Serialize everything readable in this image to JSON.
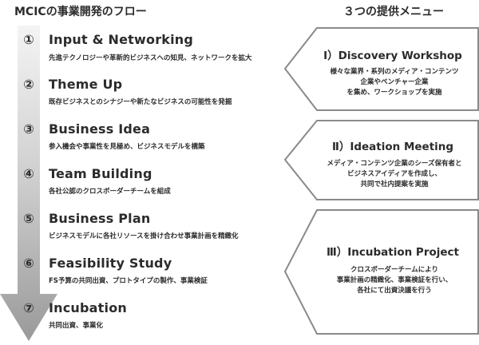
{
  "header": {
    "left_title": "MCICの事業開発のフロー",
    "right_title": "３つの提供メニュー"
  },
  "steps": [
    {
      "num": "①",
      "title": "Input & Networking",
      "desc": "先進テクノロジーや革新的ビジネスへの知見、ネットワークを拡大"
    },
    {
      "num": "②",
      "title": "Theme Up",
      "desc": "既存ビジネスとのシナジーや新たなビジネスの可能性を発掘"
    },
    {
      "num": "③",
      "title": "Business Idea",
      "desc": "参入機会や事業性を見極め、ビジネスモデルを構築"
    },
    {
      "num": "④",
      "title": "Team Building",
      "desc": "各社公認のクロスボーダーチームを組成"
    },
    {
      "num": "⑤",
      "title": "Business Plan",
      "desc": "ビジネスモデルに各社リソースを掛け合わせ事業計画を精緻化"
    },
    {
      "num": "⑥",
      "title": "Feasibility Study",
      "desc": "FS予算の共同出資、プロトタイプの製作、事業検証"
    },
    {
      "num": "⑦",
      "title": "Incubation",
      "desc": "共同出資、事業化"
    }
  ],
  "menus": [
    {
      "title": "Ⅰ）Discovery Workshop",
      "lines": [
        "様々な業界・系列のメディア・コンテンツ",
        "企業やベンチャー企業",
        "を集め、ワークショップを実施"
      ]
    },
    {
      "title": "Ⅱ）Ideation Meeting",
      "lines": [
        "メディア・コンテンツ企業のシーズ保有者と",
        "ビジネスアイディアを作成し、",
        "共同で社内提案を実施"
      ]
    },
    {
      "title": "Ⅲ）Incubation Project",
      "lines": [
        "クロスボーダーチームにより",
        "事業計画の精緻化、事業検証を行い、",
        "各社にて出資決議を行う"
      ]
    }
  ]
}
